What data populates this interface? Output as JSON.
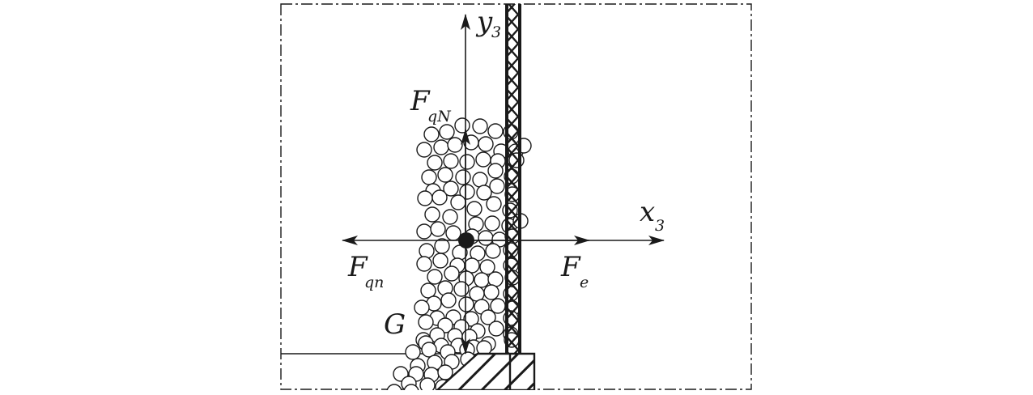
{
  "labels": {
    "y_axis": "y",
    "y_axis_sub": "3",
    "x_axis": "x",
    "x_axis_sub": "3",
    "force_qN": "F",
    "force_qN_sub": "qN",
    "force_qn": "F",
    "force_qn_sub": "qn",
    "force_e": "F",
    "force_e_sub": "e",
    "gravity": "G"
  },
  "colors": {
    "ink": "#1a1a1a",
    "background": "#ffffff"
  }
}
